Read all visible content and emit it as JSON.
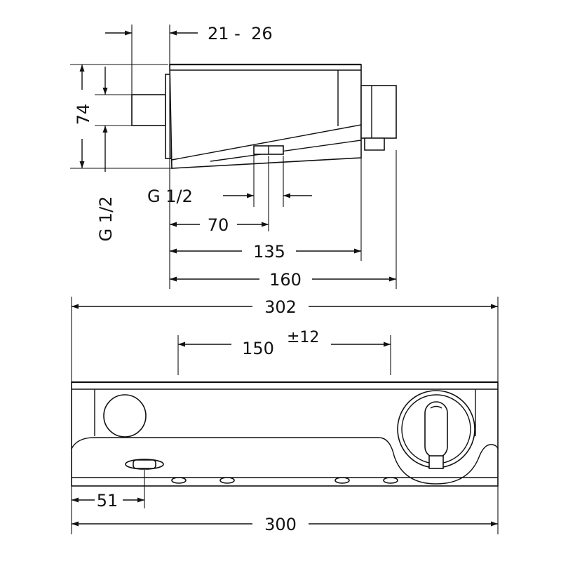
{
  "side_view": {
    "dims": {
      "wall_depth": "21 -  26",
      "height": "74",
      "pipe_thread": "G 1/2",
      "outlet_thread": "G 1/2",
      "outlet_offset": "70",
      "depth_body": "135",
      "depth_total": "160"
    }
  },
  "front_view": {
    "dims": {
      "overall_width": "302",
      "inlet_spacing": "150",
      "inlet_tolerance": "±12",
      "outlet_offset": "51",
      "base_width": "300"
    }
  }
}
